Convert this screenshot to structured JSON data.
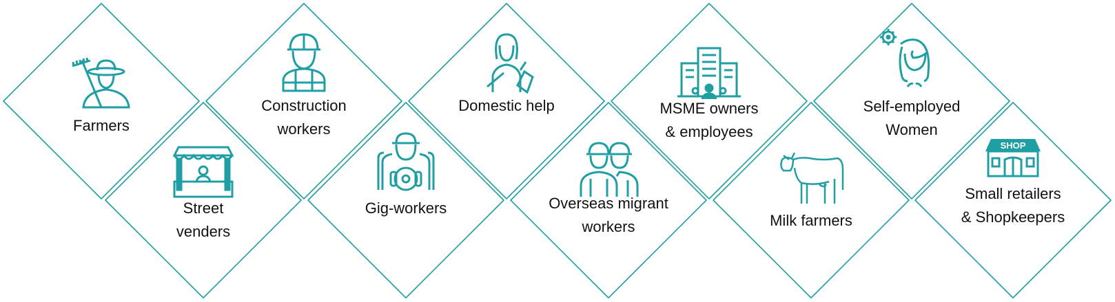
{
  "colors": {
    "accent": "#1f9ea3",
    "text": "#111111",
    "background": "#ffffff"
  },
  "items": [
    {
      "row": "top",
      "icon": "farmer-icon",
      "lines": [
        "Farmers"
      ]
    },
    {
      "row": "bottom",
      "icon": "street-stall-icon",
      "lines": [
        "Street",
        "venders"
      ]
    },
    {
      "row": "top",
      "icon": "construction-worker-icon",
      "lines": [
        "Construction",
        "workers"
      ]
    },
    {
      "row": "bottom",
      "icon": "driver-icon",
      "lines": [
        "Gig-workers"
      ]
    },
    {
      "row": "top",
      "icon": "domestic-helper-icon",
      "lines": [
        "Domestic help"
      ]
    },
    {
      "row": "bottom",
      "icon": "migrant-workers-icon",
      "lines": [
        "Overseas migrant",
        "workers"
      ]
    },
    {
      "row": "top",
      "icon": "office-building-icon",
      "lines": [
        "MSME owners",
        "& employees"
      ]
    },
    {
      "row": "bottom",
      "icon": "cow-icon",
      "lines": [
        "Milk farmers"
      ]
    },
    {
      "row": "top",
      "icon": "woman-gear-icon",
      "lines": [
        "Self-employed",
        "Women"
      ]
    },
    {
      "row": "bottom",
      "icon": "shop-icon",
      "lines": [
        "Small retailers",
        "& Shopkeepers"
      ]
    }
  ],
  "shop_sign": "SHOP"
}
